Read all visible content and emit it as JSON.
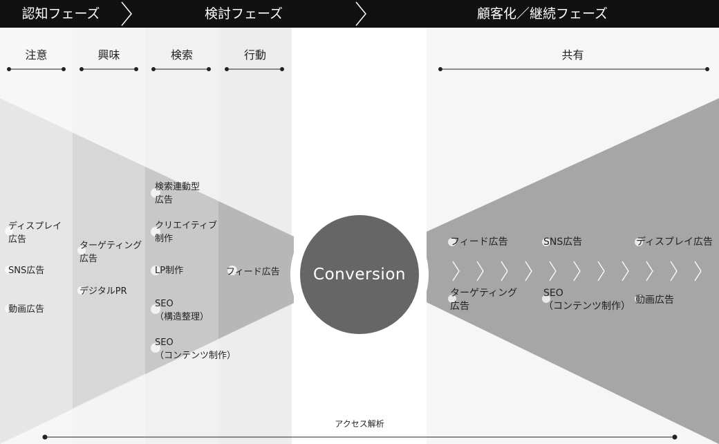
{
  "phases": {
    "awareness": "認知フェーズ",
    "consideration": "検討フェーズ",
    "retention": "顧客化／継続フェーズ"
  },
  "stages": {
    "attention": "注意",
    "interest": "興味",
    "search": "検索",
    "action": "行動",
    "share": "共有"
  },
  "columns": {
    "attention": [
      "ディスプレイ\n広告",
      "SNS広告",
      "動画広告"
    ],
    "interest": [
      "ターゲティング\n広告",
      "デジタルPR"
    ],
    "search": [
      "検索連動型\n広告",
      "クリエイティブ\n制作",
      "LP制作",
      "SEO\n（構造整理）",
      "SEO\n（コンテンツ制作）"
    ],
    "action": [
      "フィード広告"
    ]
  },
  "conversion": "Conversion",
  "right_items": {
    "feed": "フィード広告",
    "sns": "SNS広告",
    "display": "ディスプレイ広告",
    "targeting": "ターゲティング\n広告",
    "seo": "SEO\n（コンテンツ制作）",
    "video": "動画広告"
  },
  "footer": "アクセス解析",
  "colors": {
    "header": "#111111",
    "conversion": "#666666",
    "right_funnel": "#a6a6a6"
  }
}
